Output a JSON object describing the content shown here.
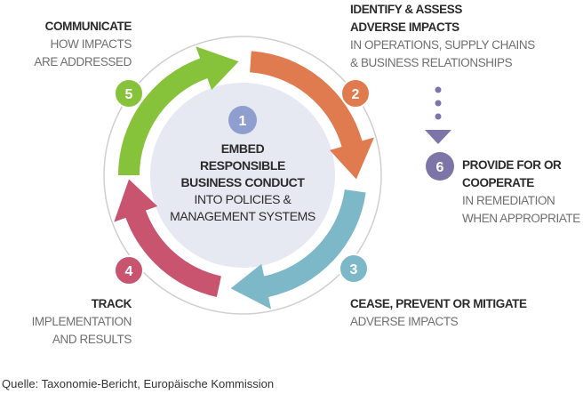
{
  "diagram": {
    "center": {
      "number": "1",
      "lines_bold": [
        "EMBED",
        "RESPONSIBLE",
        "BUSINESS CONDUCT"
      ],
      "lines_normal": [
        "INTO POLICIES &",
        "MANAGEMENT SYSTEMS"
      ],
      "color": "#8e9fcf"
    },
    "steps": [
      {
        "number": "2",
        "title": [
          "IDENTIFY & ASSESS",
          "ADVERSE IMPACTS"
        ],
        "subtitle": [
          "IN OPERATIONS, SUPPLY CHAINS",
          "& BUSINESS RELATIONSHIPS"
        ],
        "color": "#e07b4f"
      },
      {
        "number": "3",
        "title": [
          "CEASE, PREVENT OR MITIGATE"
        ],
        "subtitle": [
          "ADVERSE IMPACTS"
        ],
        "color": "#7db8c8"
      },
      {
        "number": "4",
        "title": [
          "TRACK"
        ],
        "subtitle": [
          "IMPLEMENTATION",
          "AND RESULTS"
        ],
        "color": "#c95470"
      },
      {
        "number": "5",
        "title": [
          "COMMUNICATE"
        ],
        "subtitle": [
          "HOW IMPACTS",
          "ARE ADDRESSED"
        ],
        "color": "#86c23a"
      },
      {
        "number": "6",
        "title": [
          "PROVIDE FOR OR",
          "COOPERATE"
        ],
        "subtitle": [
          "IN REMEDIATION",
          "WHEN APPROPRIATE"
        ],
        "color": "#7d74a8"
      }
    ]
  },
  "source": "Quelle: Taxonomie-Bericht, Europäische Kommission"
}
